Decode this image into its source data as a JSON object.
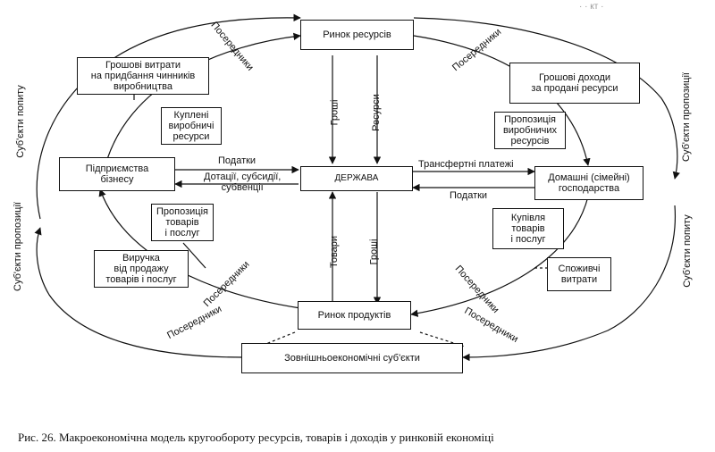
{
  "boxes": {
    "resource_market": "Ринок ресурсів",
    "product_market": "Ринок продуктів",
    "state": "ДЕРЖАВА",
    "business": "Підприємства\nбізнесу",
    "households": "Домашні (сімейні)\nгосподарства",
    "foreign": "Зовнішньоекономічні суб'єкти",
    "money_expenses": "Грошові витрати\nна придбання чинників\nвиробництва",
    "bought_resources": "Куплені\nвиробничі\nресурси",
    "goods_supply": "Пропозиція\nтоварів\nі послуг",
    "revenue": "Виручка\nвід продажу\nтоварів і послуг",
    "money_income": "Грошові доходи\nза продані ресурси",
    "resource_supply": "Пропозиція\nвиробничих\nресурсів",
    "bought_goods": "Купівля\nтоварів\nі послуг",
    "consumer_spending": "Споживчі\nвитрати"
  },
  "labels": {
    "taxes_business": "Податки",
    "subsidies": "Дотації, субсидії,\nсубвенції",
    "transfers": "Трансфертні платежі",
    "taxes_households": "Податки",
    "money_top": "Гроші",
    "resources_top": "Ресурси",
    "goods_bottom": "Товари",
    "money_bottom": "Гроші",
    "intermediaries": "Посередники",
    "demand_subjects": "Суб'єкти попиту",
    "supply_subjects": "Суб'єкти пропозиції"
  },
  "caption": "Рис. 26. Макроекономічна модель кругообороту ресурсів, товарів і доходів у ринковій економіці",
  "corner_text": "· ·  кт ·",
  "colors": {
    "ink": "#111111",
    "background": "#ffffff"
  }
}
